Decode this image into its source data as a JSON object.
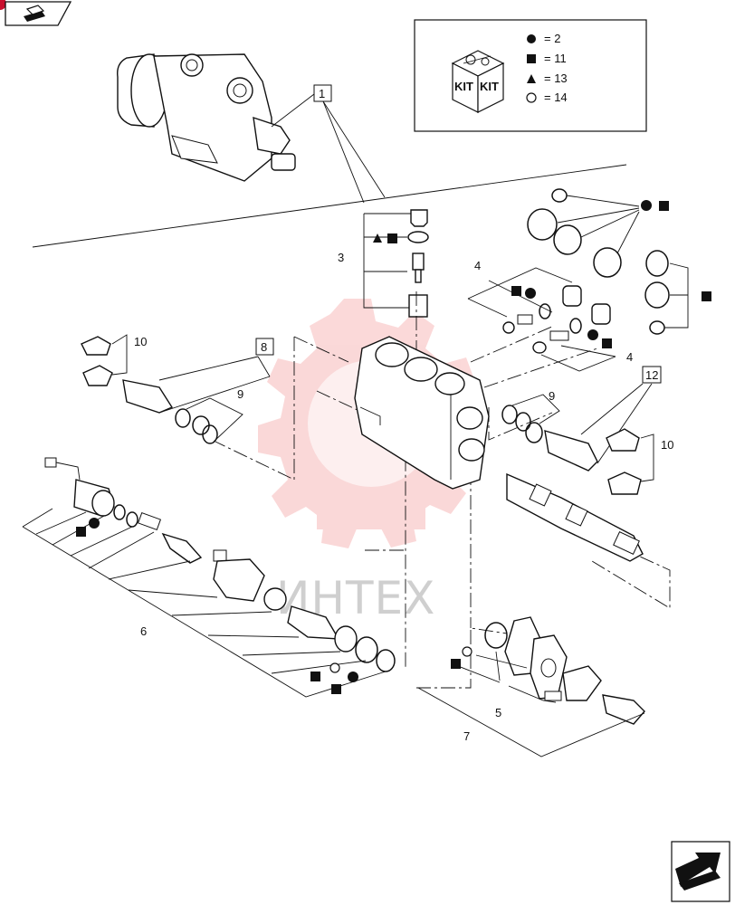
{
  "watermark": {
    "text": "ИНТЕХ",
    "color": "#f7b9b9"
  },
  "legend": {
    "items": [
      {
        "symbol": "circle-filled",
        "text": "= 2"
      },
      {
        "symbol": "square-filled",
        "text": "= 11"
      },
      {
        "symbol": "triangle-filled",
        "text": "= 13"
      },
      {
        "symbol": "circle-open",
        "text": "= 14"
      }
    ],
    "kit_text": "KIT"
  },
  "callouts": {
    "c1": "1",
    "c3": "3",
    "c4a": "4",
    "c4b": "4",
    "c5": "5",
    "c6": "6",
    "c7": "7",
    "c8": "8",
    "c9a": "9",
    "c9b": "9",
    "c10a": "10",
    "c10b": "10",
    "c12": "12"
  },
  "colors": {
    "nav_accent": "#c8102e",
    "line": "#111111"
  }
}
